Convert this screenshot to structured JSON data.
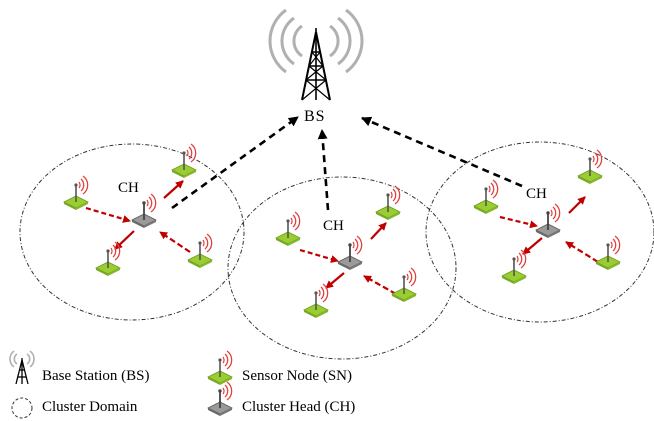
{
  "base_station": {
    "label": "BS"
  },
  "clusters": [
    {
      "head_label": "CH"
    },
    {
      "head_label": "CH"
    },
    {
      "head_label": "CH"
    }
  ],
  "legend": {
    "base_station": "Base Station (BS)",
    "sensor_node": "Sensor Node (SN)",
    "cluster_domain": "Cluster Domain",
    "cluster_head": "Cluster Head (CH)"
  },
  "colors": {
    "intra_cluster_arrow": "#c00000",
    "to_bs_arrow": "#000000",
    "sensor_node": "#9acd32",
    "cluster_head": "#888888",
    "signal_waves": "#e04040",
    "bs_waves": "#b0b0b0"
  },
  "icons": {
    "base_station": "antenna-tower-icon",
    "sensor_node": "sensor-node-icon",
    "cluster_head": "cluster-head-icon",
    "cluster_domain": "dashed-circle-icon"
  }
}
